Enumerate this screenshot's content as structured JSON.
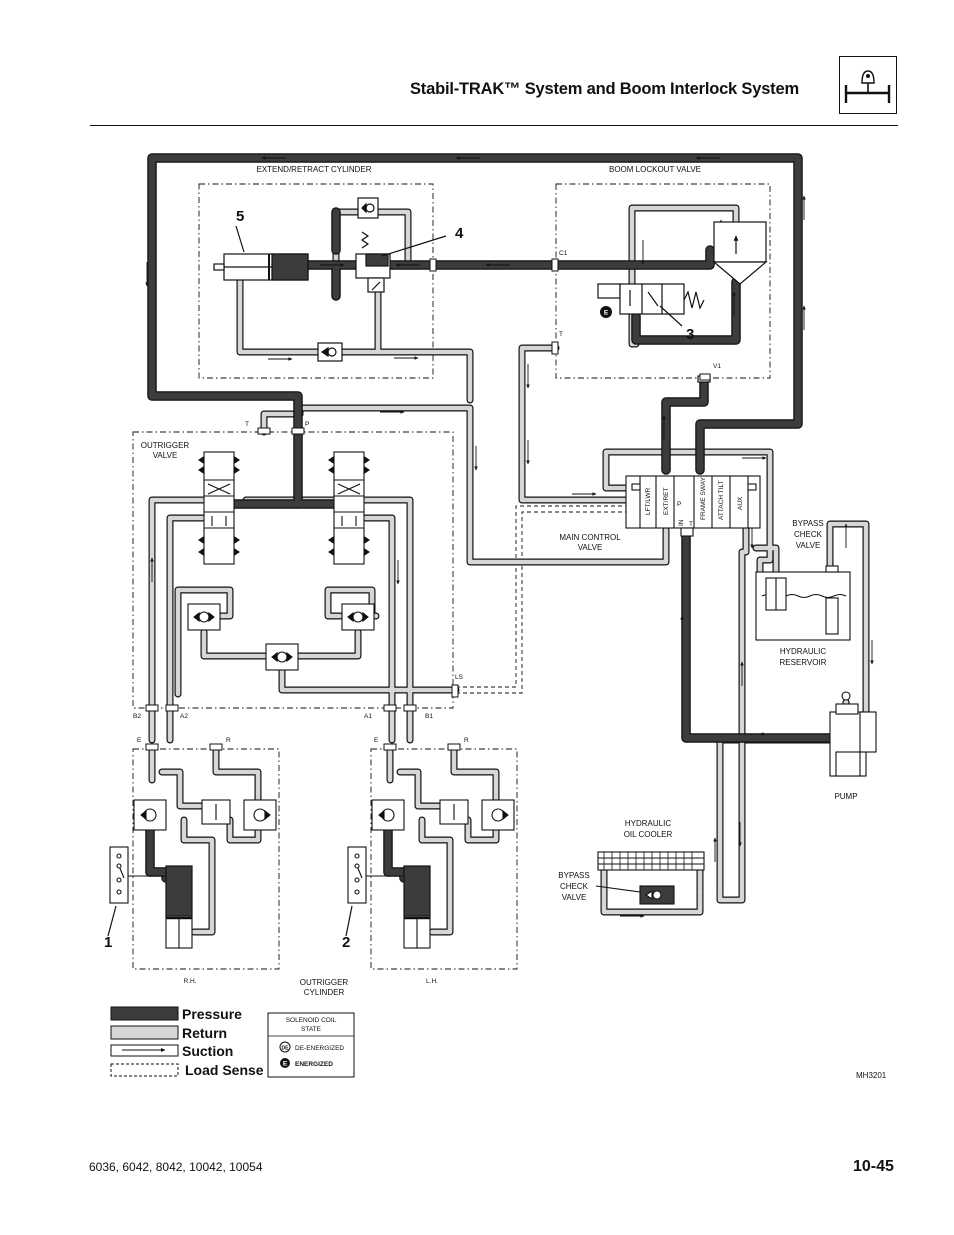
{
  "header": {
    "title": "Stabil-TRAK™ System and Boom Interlock System"
  },
  "footer": {
    "models": "6036, 6042, 8042, 10042, 10054",
    "page_number": "10-45"
  },
  "diagram": {
    "figure_id": "MH3201",
    "callouts": [
      "1",
      "2",
      "3",
      "4",
      "5"
    ],
    "components": {
      "extend_retract_cylinder": "EXTEND/RETRACT CYLINDER",
      "boom_lockout_valve": "BOOM LOCKOUT VALVE",
      "outrigger_valve_1": "OUTRIGGER",
      "outrigger_valve_2": "VALVE",
      "main_control_valve_1": "MAIN CONTROL",
      "main_control_valve_2": "VALVE",
      "bypass_check_valve_1": "BYPASS",
      "bypass_check_valve_2": "CHECK",
      "bypass_check_valve_3": "VALVE",
      "hydraulic_reservoir_1": "HYDRAULIC",
      "hydraulic_reservoir_2": "RESERVOIR",
      "pump": "PUMP",
      "oil_cooler_1": "HYDRAULIC",
      "oil_cooler_2": "OIL  COOLER",
      "outrigger_cylinder_1": "OUTRIGGER",
      "outrigger_cylinder_2": "CYLINDER",
      "rh": "R.H.",
      "lh": "L.H."
    },
    "ports": {
      "c1": "C1",
      "t_boom": "T",
      "v1": "V1",
      "t_out": "T",
      "p_out": "P",
      "ls": "LS",
      "b2": "B2",
      "a2": "A2",
      "a1": "A1",
      "b1": "B1",
      "e": "E",
      "r": "R"
    },
    "spool_labels": {
      "lft_lwr": "LFT/LWR",
      "ext_ret": "EXT/RET",
      "frame_sway": "FRAME SWAY",
      "attach_tilt": "ATTACH TILT",
      "aux": "AUX",
      "in": "IN",
      "t": "T",
      "p": "P"
    },
    "solenoid_marker": "E"
  },
  "legend": {
    "pressure": "Pressure",
    "return": "Return",
    "suction": "Suction",
    "load_sense": "Load Sense",
    "solenoid_title_1": "SOLENOID COIL",
    "solenoid_title_2": "STATE",
    "de_energized_badge": "DE",
    "de_energized": "DE-ENERGIZED",
    "energized_badge": "E",
    "energized": "ENERGIZED"
  },
  "colors": {
    "pressure": "#3c3c3c",
    "return": "#d6d6d6",
    "outline": "#111111"
  }
}
